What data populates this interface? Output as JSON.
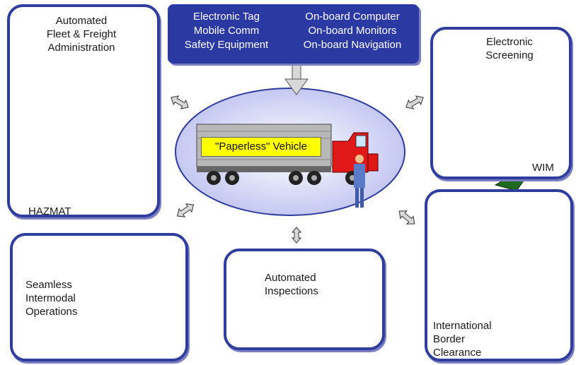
{
  "top_box": {
    "left_items": [
      "Electronic Tag",
      "Mobile Comm",
      "Safety Equipment"
    ],
    "right_items": [
      "On-board Computer",
      "On-board Monitors",
      "On-board Navigation"
    ]
  },
  "center": {
    "vehicle_label": "\"Paperless\" Vehicle"
  },
  "panels": {
    "fleet": {
      "title_lines": [
        "Automated",
        "Fleet & Freight",
        "Administration"
      ],
      "sub_label": "HAZMAT"
    },
    "screening": {
      "title_lines": [
        "Electronic",
        "Screening"
      ],
      "sub_label": "WIM"
    },
    "intermodal": {
      "title_lines": [
        "Seamless",
        "Intermodal",
        "Operations"
      ]
    },
    "inspections": {
      "title_lines": [
        "Automated",
        "Inspections"
      ]
    },
    "border": {
      "title_lines": [
        "International",
        "Border",
        "Clearance"
      ]
    }
  },
  "colors": {
    "panel_border": "#2f3d9c",
    "top_box": "#2b3aa3",
    "ellipse": "#c8cbf0",
    "label_fill": "#ffff00"
  }
}
